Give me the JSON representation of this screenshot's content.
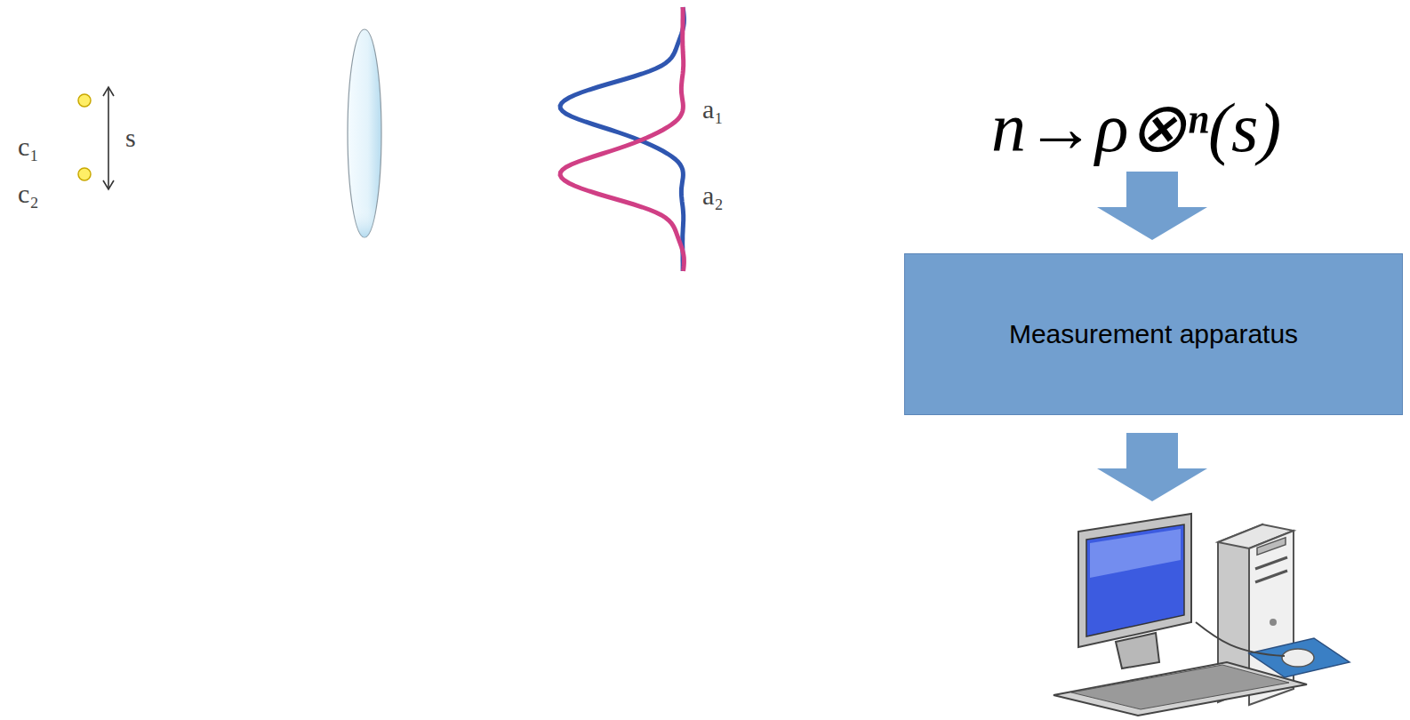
{
  "diagram": {
    "nodes": [
      {
        "text": [
          "Measurement apparatus"
        ]
      }
    ],
    "labels": [
      "c₁",
      "c₂",
      "s",
      "a₁",
      "a₂",
      "n→ρ⊗ⁿ(s)"
    ]
  }
}
